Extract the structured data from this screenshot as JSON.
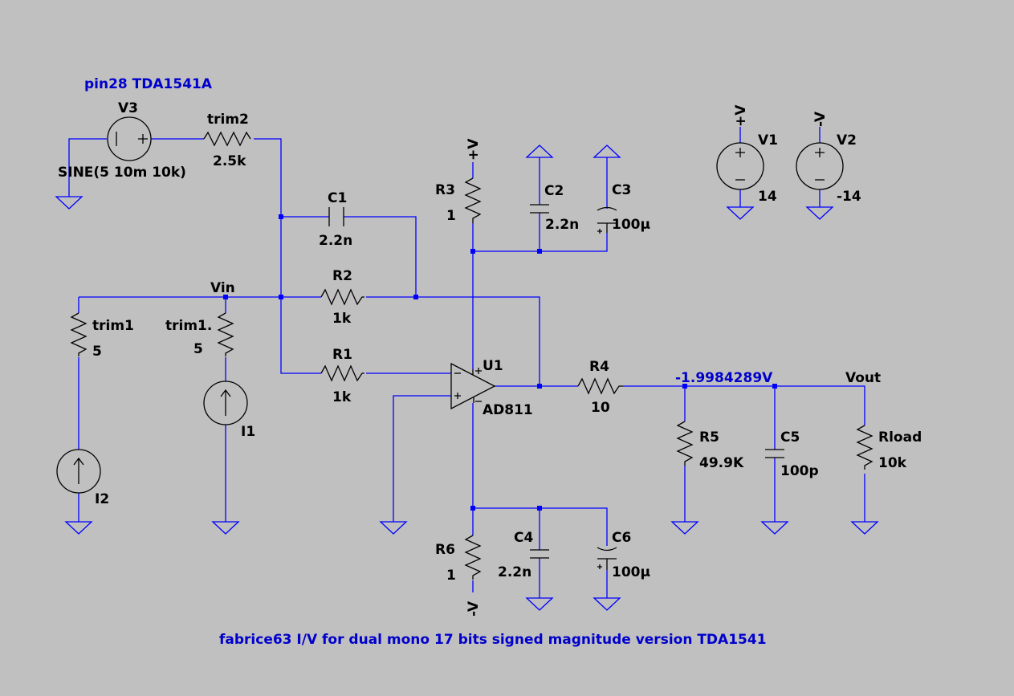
{
  "diagram": {
    "background": "#c0c0c0",
    "wire_color": "#0000ff",
    "component_color": "#000000",
    "annotation_color": "#0000cc",
    "header_note": "pin28 TDA1541A",
    "footer_note": "fabrice63 I/V for dual mono 17 bits signed magnitude version TDA1541",
    "measured_voltage": "-1.9984289V",
    "power_labels": {
      "vplus": "+V",
      "vminus": "-V"
    },
    "components": {
      "V3": {
        "name": "V3",
        "value": "SINE(5 10m 10k)"
      },
      "trim2": {
        "name": "trim2",
        "value": "2.5k"
      },
      "C1": {
        "name": "C1",
        "value": "2.2n"
      },
      "R2": {
        "name": "R2",
        "value": "1k"
      },
      "R1": {
        "name": "R1",
        "value": "1k"
      },
      "trim1": {
        "name": "trim1",
        "value": "5"
      },
      "trim1b": {
        "name": "trim1.",
        "value": "5"
      },
      "I1": {
        "name": "I1"
      },
      "I2": {
        "name": "I2"
      },
      "R3": {
        "name": "R3",
        "value": "1"
      },
      "C2": {
        "name": "C2",
        "value": "2.2n"
      },
      "C3": {
        "name": "C3",
        "value": "100µ"
      },
      "U1": {
        "name": "U1",
        "value": "AD811"
      },
      "R4": {
        "name": "R4",
        "value": "10"
      },
      "R5": {
        "name": "R5",
        "value": "49.9K"
      },
      "C5": {
        "name": "C5",
        "value": "100p"
      },
      "Rload": {
        "name": "Rload",
        "value": "10k"
      },
      "R6": {
        "name": "R6",
        "value": "1"
      },
      "C4": {
        "name": "C4",
        "value": "2.2n"
      },
      "C6": {
        "name": "C6",
        "value": "100µ"
      },
      "V1": {
        "name": "V1",
        "value": "14"
      },
      "V2": {
        "name": "V2",
        "value": "-14"
      }
    },
    "nets": {
      "vin": "Vin",
      "vout": "Vout"
    }
  }
}
